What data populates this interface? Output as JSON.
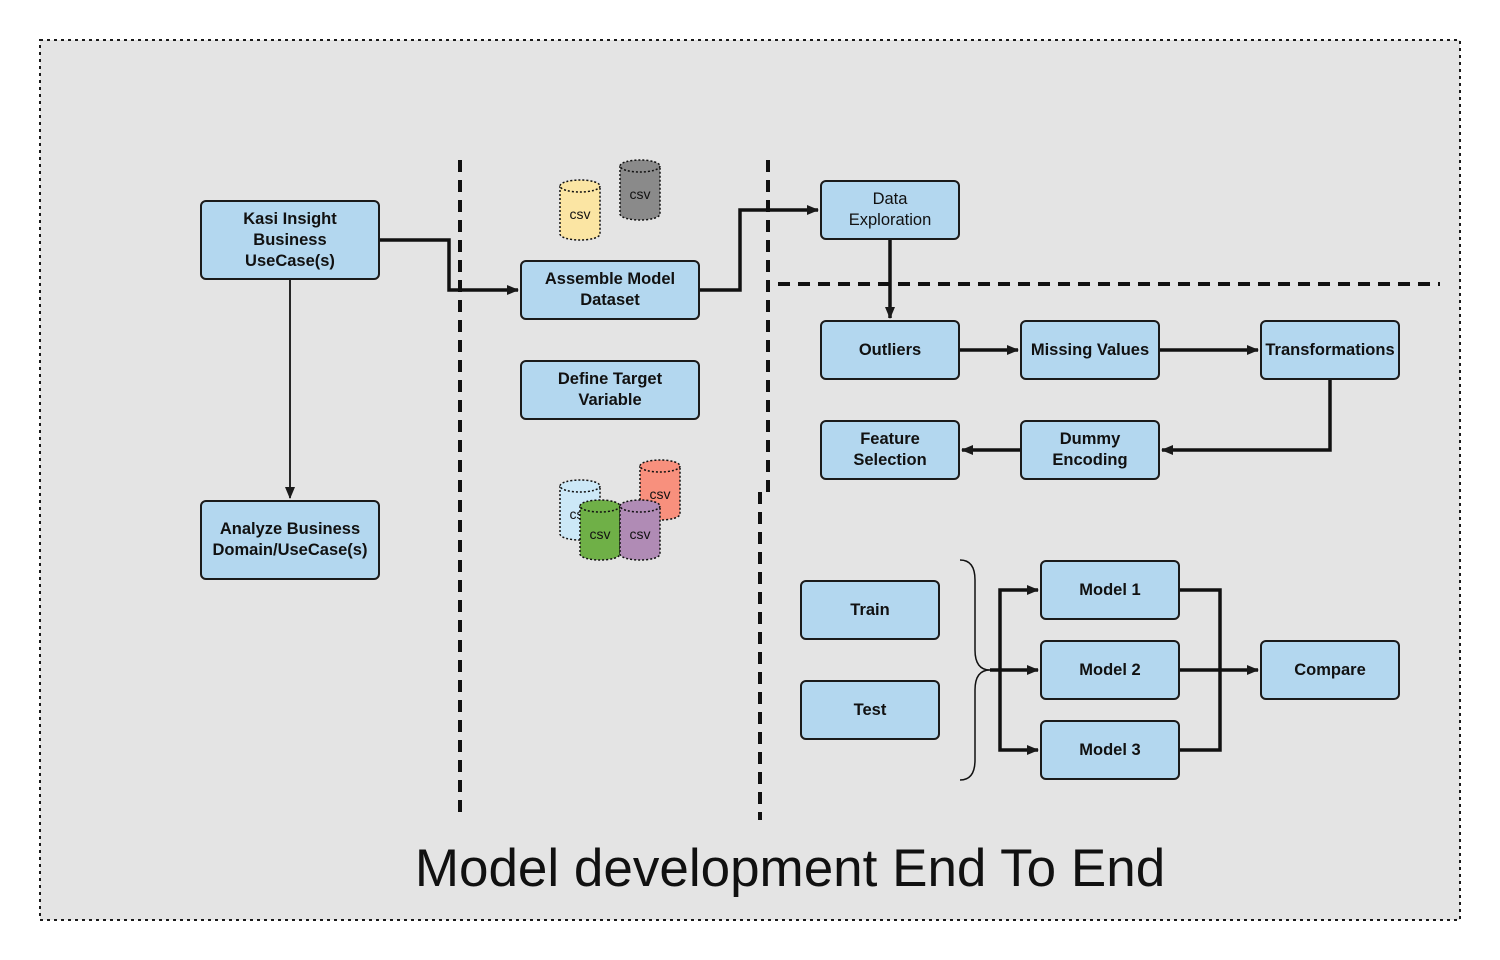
{
  "title": "Model development End To End",
  "colors": {
    "panel_bg": "#e4e4e4",
    "node_fill": "#b3d7ef",
    "stroke": "#1a1a1a",
    "csv_yellow": "#fbe5a3",
    "csv_gray": "#8a8a8a",
    "csv_light_blue": "#cce8f7",
    "csv_red": "#f8907d",
    "csv_green": "#6fb047",
    "csv_purple": "#b08bb5"
  },
  "nodes": {
    "business_usecase": "Kasi Insight\nBusiness\nUseCase(s)",
    "analyze_business": "Analyze Business\nDomain/UseCase(s)",
    "assemble_dataset": "Assemble Model\nDataset",
    "define_target": "Define Target\nVariable",
    "data_exploration": "Data\nExploration",
    "outliers": "Outliers",
    "missing_values": "Missing Values",
    "transformations": "Transformations",
    "feature_selection": "Feature\nSelection",
    "dummy_encoding": "Dummy\nEncoding",
    "train": "Train",
    "test": "Test",
    "model_1": "Model 1",
    "model_2": "Model 2",
    "model_3": "Model 3",
    "compare": "Compare"
  },
  "csv_label": "csv",
  "csv_icons": {
    "yellow": "csv-yellow",
    "gray": "csv-gray",
    "light_blue": "csv-light-blue",
    "red": "csv-red",
    "green": "csv-green",
    "purple": "csv-purple"
  }
}
